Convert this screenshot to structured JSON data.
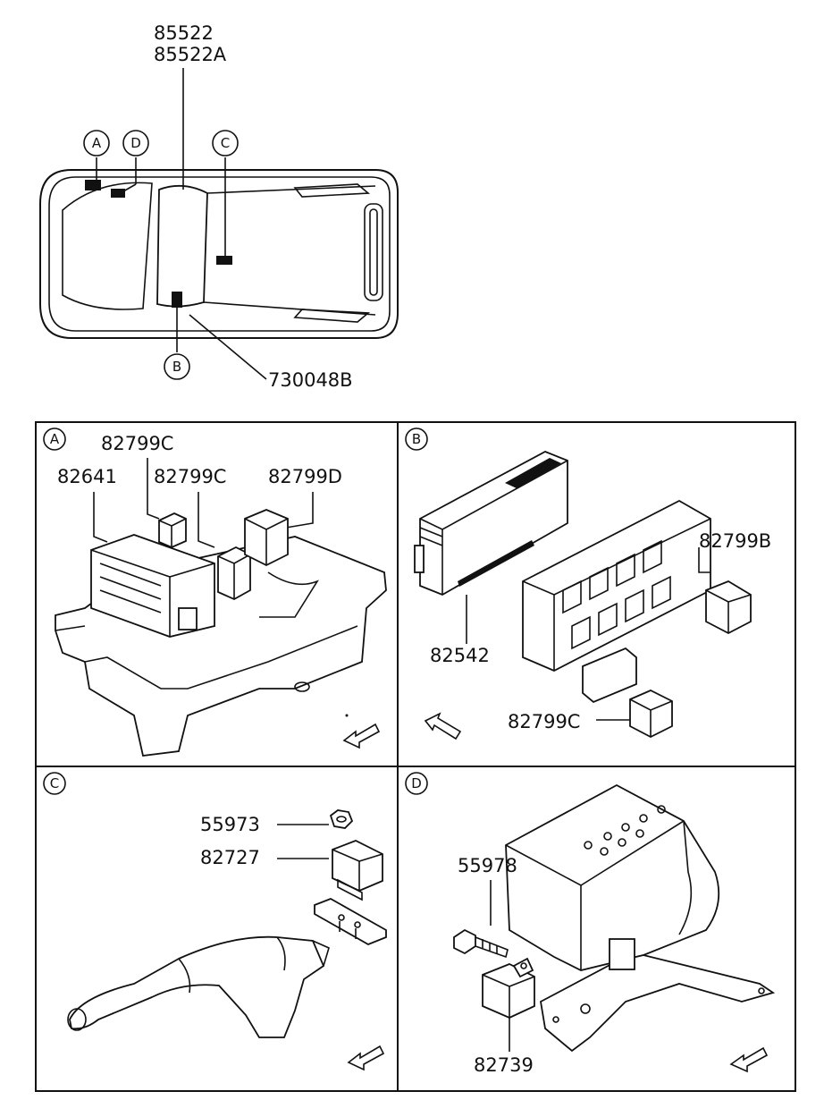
{
  "overview": {
    "top_label_1": "85522",
    "top_label_2": "85522A",
    "bottom_label": "730048B",
    "callouts": [
      "A",
      "D",
      "C",
      "B"
    ]
  },
  "panels": {
    "A": {
      "letter": "A",
      "labels": [
        "82799C",
        "82641",
        "82799C",
        "82799D"
      ]
    },
    "B": {
      "letter": "B",
      "labels": [
        "82799B",
        "82542",
        "82799C"
      ]
    },
    "C": {
      "letter": "C",
      "labels": [
        "55973",
        "82727"
      ]
    },
    "D": {
      "letter": "D",
      "labels": [
        "55978",
        "82739"
      ]
    }
  }
}
